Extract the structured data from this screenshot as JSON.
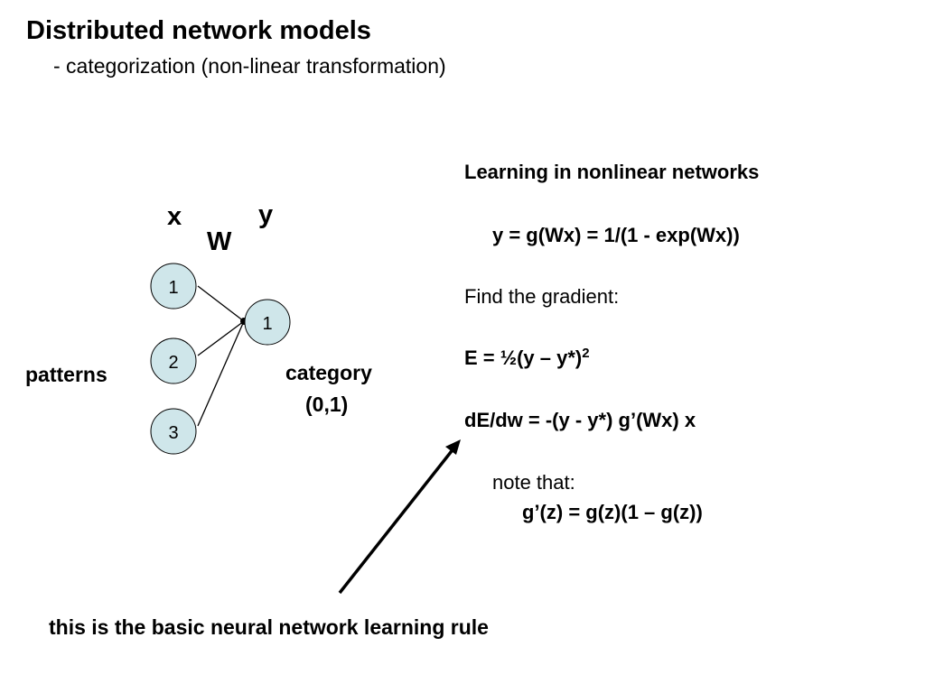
{
  "slide": {
    "title": "Distributed network models",
    "subtitle": "- categorization (non-linear transformation)"
  },
  "diagram": {
    "x_label": "x",
    "y_label": "y",
    "w_label": "W",
    "input_nodes": [
      "1",
      "2",
      "3"
    ],
    "output_node": "1",
    "left_label": "patterns",
    "right_label": "category",
    "right_sublabel": "(0,1)",
    "node_fill": "#cfe6ea"
  },
  "learning": {
    "heading": "Learning in nonlinear networks",
    "equation_y": "y =  g(Wx) = 1/(1 - exp(Wx))",
    "gradient_heading": "Find the gradient:",
    "equation_e": "E = ½(y – y*)",
    "equation_e_exp": "2",
    "equation_de": "dE/dw = -(y - y*) g’(Wx) x",
    "note_heading": "note that:",
    "equation_note": "g’(z) = g(z)(1 – g(z))"
  },
  "footer": {
    "text": "this is the basic neural network learning rule"
  }
}
